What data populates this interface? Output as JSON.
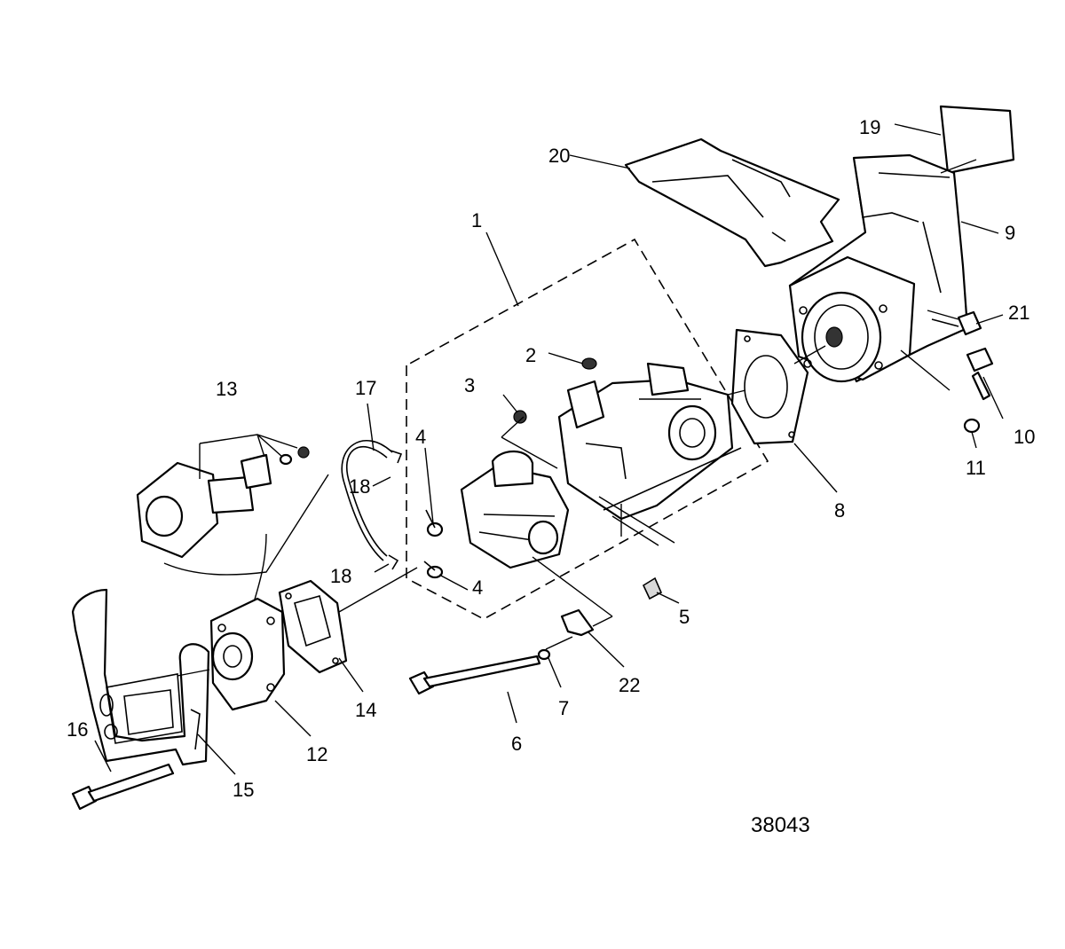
{
  "figure_number": "38043",
  "callouts": [
    "1",
    "2",
    "3",
    "4",
    "4",
    "5",
    "6",
    "7",
    "8",
    "9",
    "10",
    "11",
    "12",
    "13",
    "14",
    "15",
    "16",
    "17",
    "18",
    "18",
    "19",
    "20",
    "21",
    "22"
  ]
}
